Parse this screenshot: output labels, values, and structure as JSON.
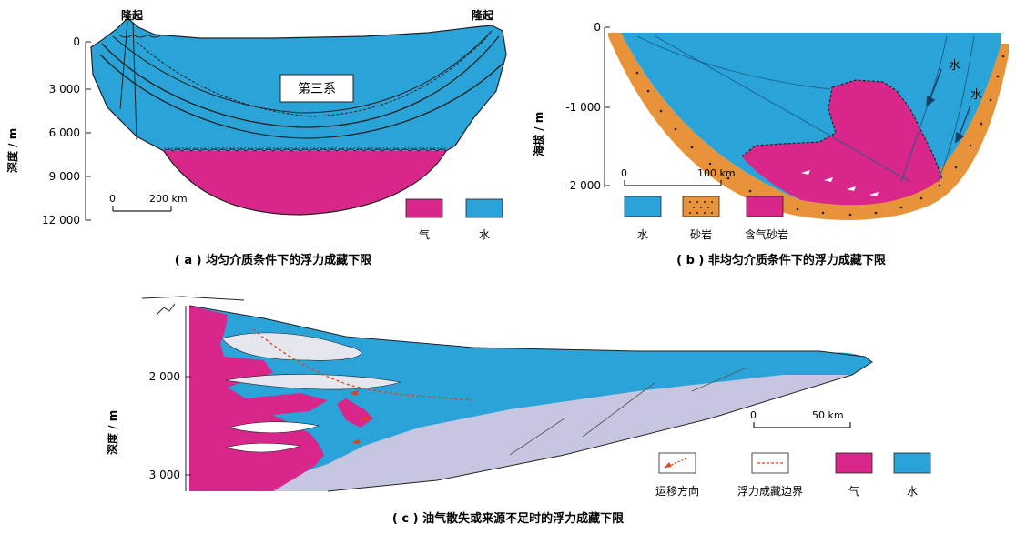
{
  "panel_a": {
    "label_uplift_left": "隆起",
    "label_uplift_right": "隆起",
    "depth_ticks": [
      "0",
      "3 000",
      "6 000",
      "9 000",
      "12 000"
    ],
    "ylabel": "深度 / m",
    "formation_label": "第三系",
    "scale_label": "200 km",
    "scale_zero": "0",
    "legend": [
      {
        "label": "气",
        "color": "#d9268a"
      },
      {
        "label": "水",
        "color": "#2aa3d8"
      }
    ],
    "caption": "( a ) 均匀介质条件下的浮力成藏下限"
  },
  "panel_b": {
    "elev_ticks": [
      "0",
      "-1 000",
      "-2 000"
    ],
    "ylabel": "海拔 / m",
    "water_label_1": "水",
    "water_label_2": "水",
    "scale_zero": "0",
    "scale_label": "100 km",
    "legend": [
      {
        "label": "水",
        "color": "#2aa3d8"
      },
      {
        "label": "砂岩",
        "color": "#e8923a"
      },
      {
        "label": "含气砂岩",
        "color": "#d9268a"
      }
    ],
    "caption": "( b ) 非均匀介质条件下的浮力成藏下限"
  },
  "panel_c": {
    "depth_ticks": [
      "2 000",
      "3 000"
    ],
    "ylabel": "深度 / m",
    "scale_zero": "0",
    "scale_label": "50 km",
    "legend": [
      {
        "label": "运移方向"
      },
      {
        "label": "浮力成藏边界"
      },
      {
        "label": "气",
        "color": "#d9268a"
      },
      {
        "label": "水",
        "color": "#2aa3d8"
      }
    ],
    "caption": "( c ) 油气散失或来源不足时的浮力成藏下限"
  },
  "colors": {
    "water": "#2aa3d8",
    "gas": "#d9268a",
    "sand": "#e8923a",
    "grey": "#c7c6e0"
  }
}
